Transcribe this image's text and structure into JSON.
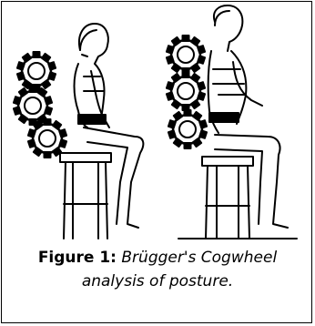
{
  "caption": {
    "label": "Figure 1:",
    "text_line1": "Brügger's Cogwheel",
    "text_line2": "analysis of posture."
  },
  "figures": [
    {
      "name": "slumped-posture",
      "cogs": 3
    },
    {
      "name": "upright-posture",
      "cogs": 3
    }
  ],
  "colors": {
    "ink": "#000000",
    "paper": "#ffffff"
  }
}
